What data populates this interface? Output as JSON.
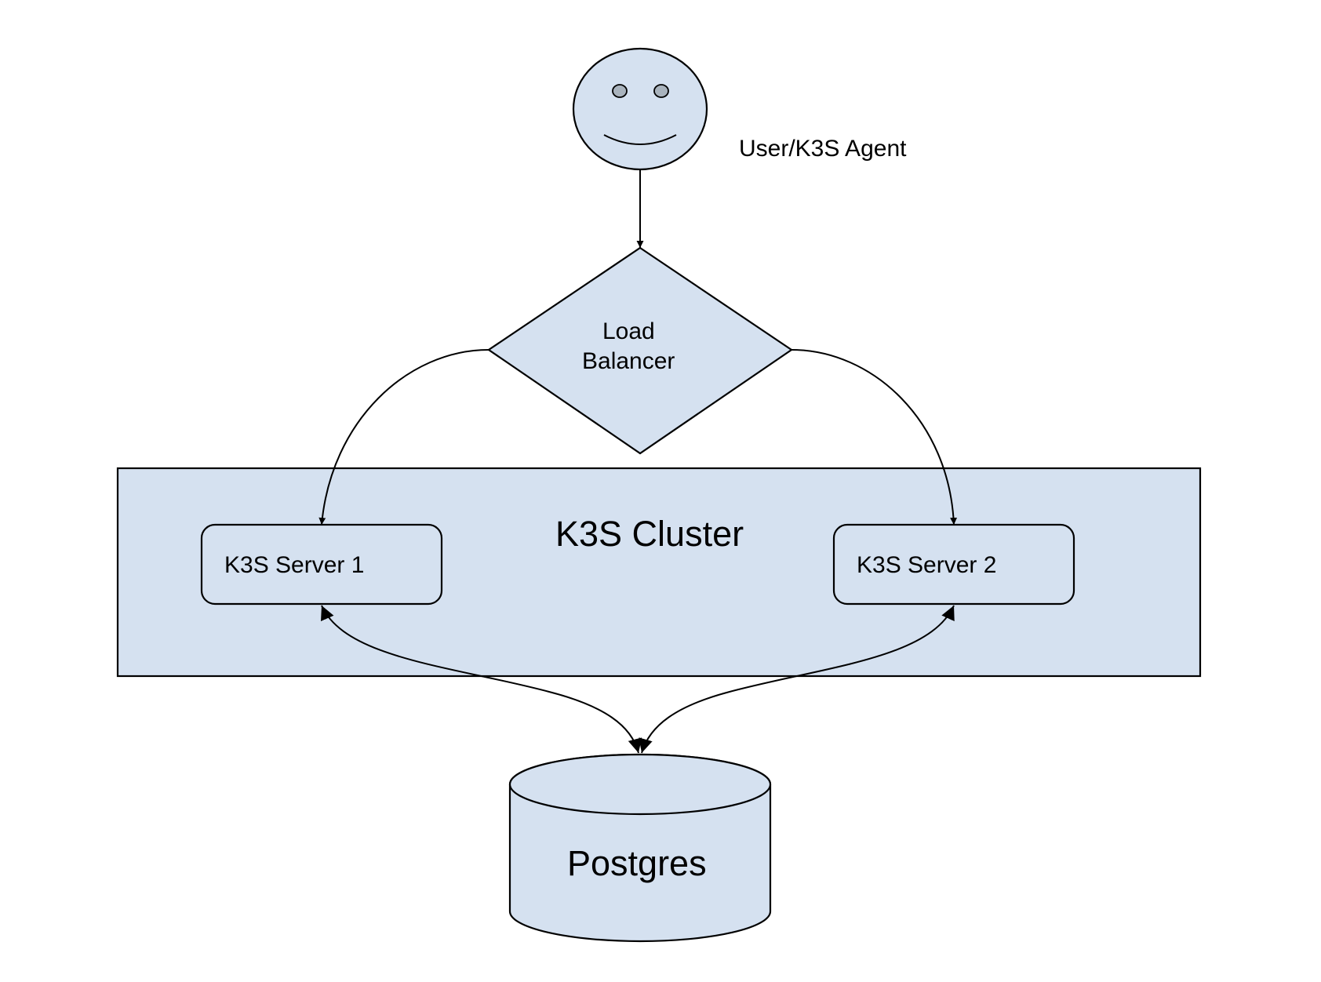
{
  "colors": {
    "fill": "#d5e1f0",
    "stroke": "#000000",
    "background": "#ffffff"
  },
  "nodes": {
    "user": {
      "label": "User/K3S Agent",
      "icon": "smiley-face-icon"
    },
    "load_balancer": {
      "label_line1": "Load",
      "label_line2": "Balancer"
    },
    "cluster": {
      "label": "K3S Cluster"
    },
    "server1": {
      "label": "K3S Server 1"
    },
    "server2": {
      "label": "K3S Server 2"
    },
    "database": {
      "label": "Postgres"
    }
  },
  "edges": [
    {
      "from": "user",
      "to": "load_balancer",
      "direction": "forward"
    },
    {
      "from": "load_balancer",
      "to": "server1",
      "direction": "forward"
    },
    {
      "from": "load_balancer",
      "to": "server2",
      "direction": "forward"
    },
    {
      "from": "server1",
      "to": "database",
      "direction": "both"
    },
    {
      "from": "server2",
      "to": "database",
      "direction": "both"
    }
  ]
}
